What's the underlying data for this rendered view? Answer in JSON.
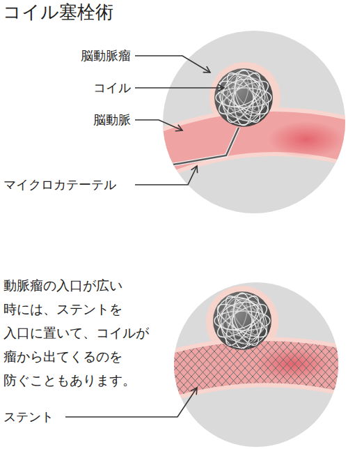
{
  "diagram": {
    "title": "コイル塞栓術",
    "labels": [
      "脳動脈瘤",
      "コイル",
      "脳動脈",
      "マイクロカテーテル",
      "動脈瘤の入口が広い 時には、ステントを 入口に置いて、コイルが 瘤から出てくるのを 防ぐこともあります。",
      "ステント"
    ]
  }
}
